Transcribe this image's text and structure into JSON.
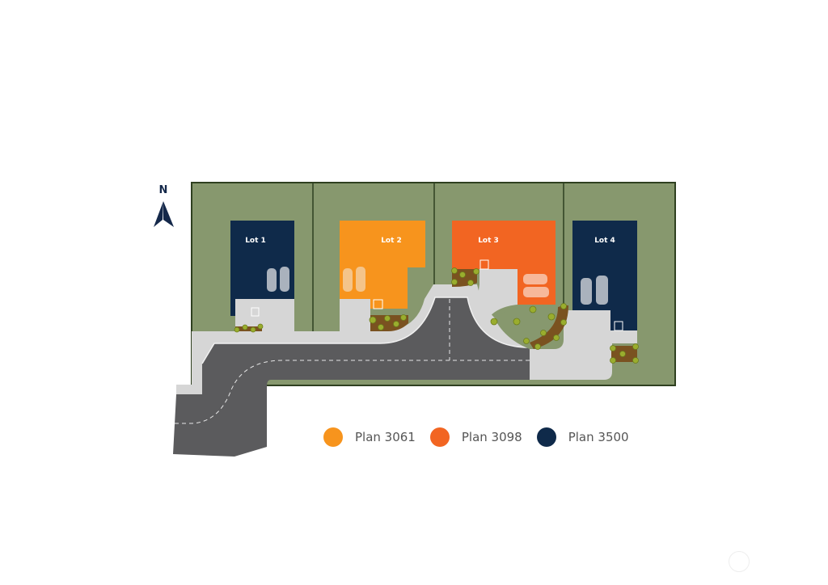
{
  "compass": {
    "label": "N",
    "icon": "north-arrow-icon"
  },
  "lots": [
    {
      "label": "Lot 1",
      "plan": "Plan 3500",
      "color": "#0f2a4a"
    },
    {
      "label": "Lot 2",
      "plan": "Plan 3061",
      "color": "#f7941d"
    },
    {
      "label": "Lot 3",
      "plan": "Plan 3098",
      "color": "#f26522"
    },
    {
      "label": "Lot 4",
      "plan": "Plan 3500",
      "color": "#0f2a4a"
    }
  ],
  "legend": [
    {
      "label": "Plan 3061",
      "color": "#f7941d"
    },
    {
      "label": "Plan 3098",
      "color": "#f26522"
    },
    {
      "label": "Plan 3500",
      "color": "#0f2a4a"
    }
  ],
  "colors": {
    "lawn": "#87986e",
    "lot_border": "#2f4020",
    "road": "#5b5b5d",
    "sidewalk": "#d6d6d6",
    "mulch": "#7a5220",
    "tree": "#9aad2e"
  }
}
